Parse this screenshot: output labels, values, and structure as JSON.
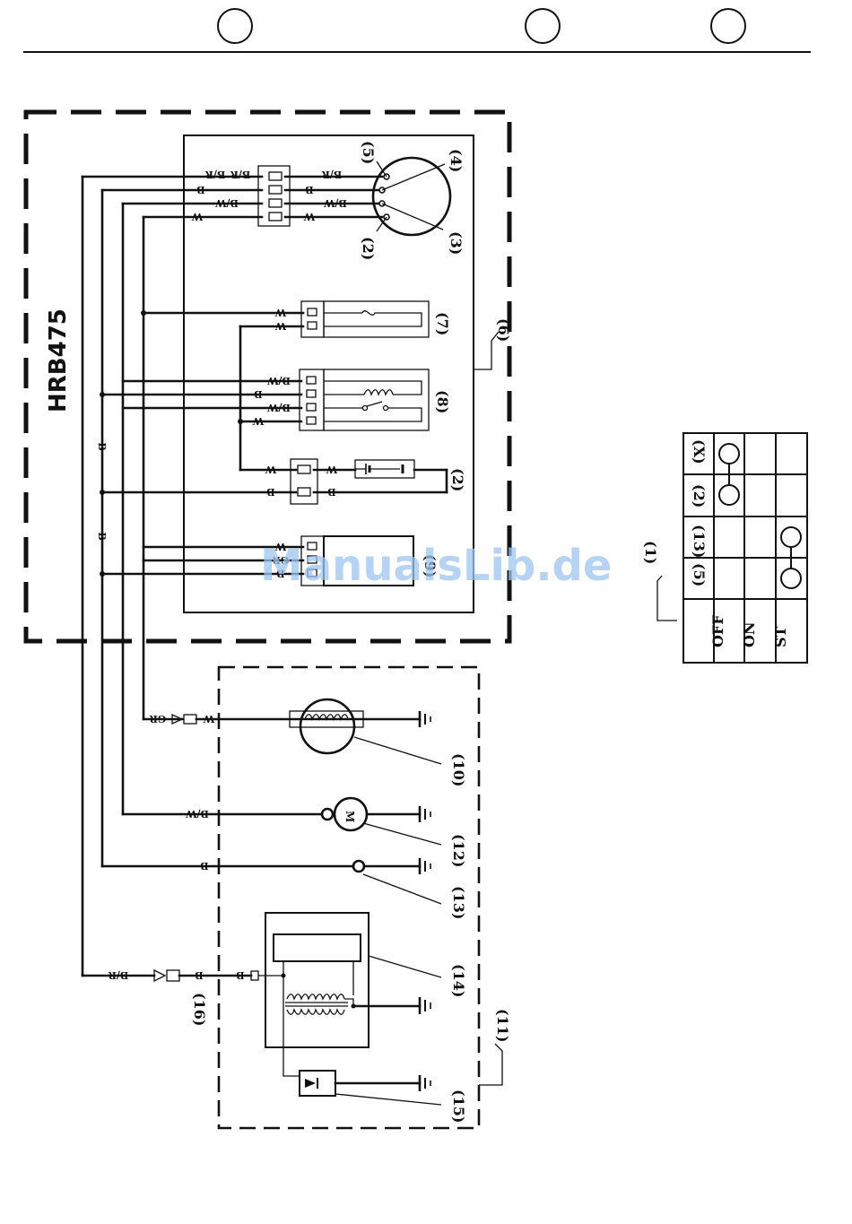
{
  "model": "HRB475",
  "watermark": "ManualsLib.de",
  "wire_codes": {
    "br": "B/R",
    "b": "B",
    "bw": "B/W",
    "w": "W",
    "gr": "GR"
  },
  "callouts": {
    "c1": "(1)",
    "c2": "(2)",
    "c3": "(3)",
    "c4": "(4)",
    "c5": "(5)",
    "c6": "(6)",
    "c7": "(7)",
    "c8": "(8)",
    "c9": "(9)",
    "c10": "(10)",
    "c11": "(11)",
    "c12": "(12)",
    "c13": "(13)",
    "c14": "(14)",
    "c15": "(15)",
    "c16": "(16)"
  },
  "motor_symbol": "M",
  "switch_table": {
    "columns": [
      "(5)",
      "(13)",
      "(2)",
      "(X)"
    ],
    "rows": [
      {
        "label": "OFF",
        "connected": [
          "(2)",
          "(X)"
        ]
      },
      {
        "label": "ON",
        "connected": []
      },
      {
        "label": "ST",
        "connected": [
          "(5)",
          "(13)"
        ]
      }
    ]
  }
}
